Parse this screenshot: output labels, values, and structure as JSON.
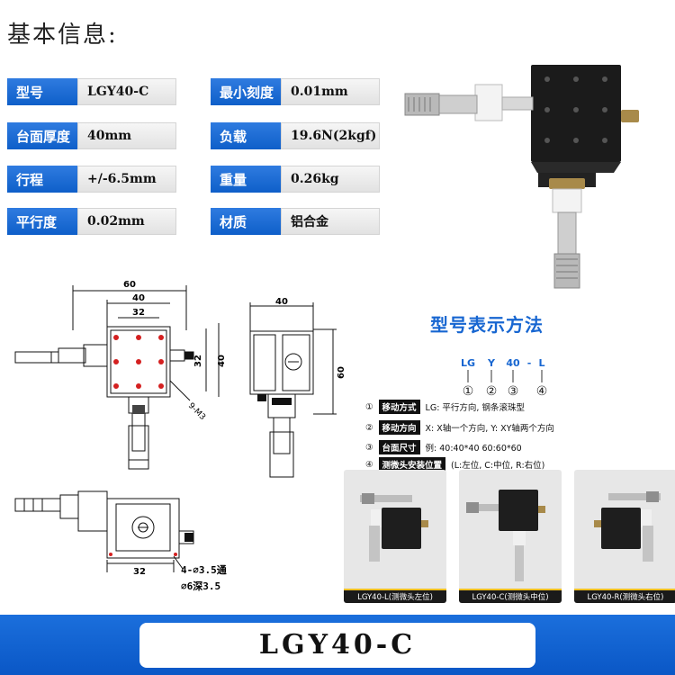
{
  "heading": "基本信息:",
  "specs": {
    "model": {
      "label": "型号",
      "value": "LGY40-C"
    },
    "min_scale": {
      "label": "最小刻度",
      "value": "0.01mm"
    },
    "table_thickness": {
      "label": "台面厚度",
      "value": "40mm"
    },
    "load": {
      "label": "负载",
      "value": "19.6N(2kgf)"
    },
    "travel": {
      "label": "行程",
      "value": "+/-6.5mm"
    },
    "weight": {
      "label": "重量",
      "value": "0.26kg"
    },
    "parallelism": {
      "label": "平行度",
      "value": "0.02mm"
    },
    "material": {
      "label": "材质",
      "value": "铝合金"
    }
  },
  "drawing": {
    "dim_60_top": "60",
    "dim_40_top": "40",
    "dim_32_top": "32",
    "dim_32_right": "32",
    "dim_40_right": "40",
    "hole_note": "9-M3",
    "side_40": "40",
    "side_60": "60",
    "bottom_32": "32",
    "bottom_note_1": "4-⌀3.5通",
    "bottom_note_2": "⌀6深3.5"
  },
  "method": {
    "title": "型号表示方法",
    "code_parts": [
      "LG",
      "Y",
      "40",
      "-",
      "L"
    ],
    "code_nums": [
      "①",
      "②",
      "③",
      "④"
    ],
    "items": [
      {
        "num": "①",
        "tag": "移动方式",
        "text": "LG: 平行方向, 钢条滚珠型"
      },
      {
        "num": "②",
        "tag": "移动方向",
        "text": "X: X轴一个方向, Y: XY轴两个方向"
      },
      {
        "num": "③",
        "tag": "台面尺寸",
        "text": "例: 40:40*40  60:60*60"
      },
      {
        "num": "④",
        "tag": "测微头安装位置",
        "text": "(L:左位, C:中位, R:右位)"
      }
    ]
  },
  "variants": [
    {
      "caption": "LGY40-L(测微头左位)"
    },
    {
      "caption": "LGY40-C(测微头中位)"
    },
    {
      "caption": "LGY40-R(测微头右位)"
    }
  ],
  "banner": "LGY40-C",
  "colors": {
    "accent": "#0e5fc9",
    "dim_red": "#d42020"
  }
}
